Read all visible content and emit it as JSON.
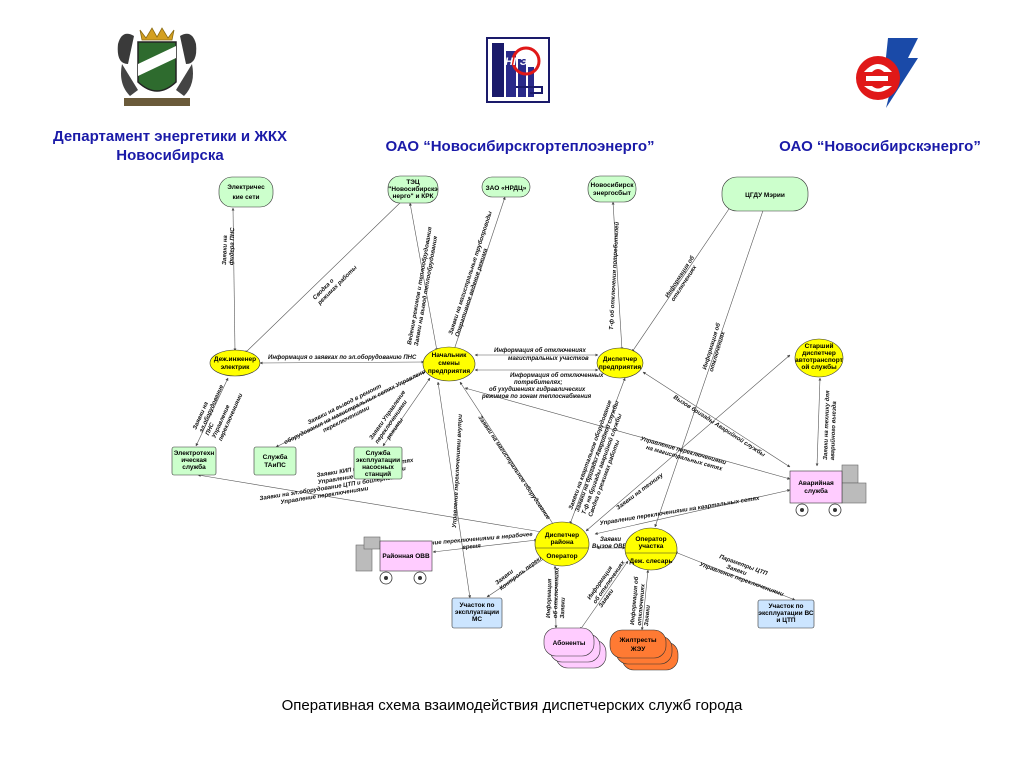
{
  "header": {
    "left_line1": "Департамент энергетики и ЖКХ",
    "left_line2": "Новосибирска",
    "center": "ОАО “Новосибирскгортеплоэнерго”",
    "right": "ОАО “Новосибирскэнерго”"
  },
  "logos": {
    "center_text": "НГЭ"
  },
  "caption": "Оперативная схема взаимодействия диспетчерских служб города",
  "colors": {
    "yellow": "#ffff00",
    "green": "#ccffcc",
    "blue": "#cce5ff",
    "pink": "#ffccff",
    "orange": "#ff7a33",
    "title_blue": "#1a1aa8"
  },
  "nodes": {
    "electric_nets": [
      "Электричес",
      "кие сети"
    ],
    "tec": [
      "ТЭЦ",
      "\"Новосибирскэ",
      "нерго\" и КРК"
    ],
    "nrdc": [
      "ЗАО «НРДЦ»"
    ],
    "energosbyt": [
      "Новосибирск",
      "энергосбыт"
    ],
    "cgdu": [
      "ЦГДУ Мэрии"
    ],
    "duty_engineer": [
      "Деж.инженер",
      "электрик"
    ],
    "shift_chief": [
      "Начальник",
      "смены",
      "предприятия"
    ],
    "enterprise_dispatcher": [
      "Диспетчер",
      "предприятия"
    ],
    "senior_transport": [
      "Старший",
      "диспетчер",
      "автотранспорт",
      "ой службы"
    ],
    "electrotech": [
      "Электротехн",
      "ическая",
      "служба"
    ],
    "taips": [
      "Служба",
      "ТАиПС"
    ],
    "pump_service": [
      "Служба",
      "эксплуатации",
      "насосных",
      "станций"
    ],
    "emergency": [
      "Аварийная",
      "служба"
    ],
    "district_ovv": [
      "Районная ОВВ"
    ],
    "district_dispatcher": [
      "Диспетчер",
      "района"
    ],
    "operator": [
      "Оператор"
    ],
    "site_operator": [
      "Оператор",
      "участка"
    ],
    "duty_fitter": [
      "Деж. слесарь"
    ],
    "ms_site": [
      "Участок по",
      "эксплуатации",
      "МС"
    ],
    "vs_site": [
      "Участок по",
      "эксплуатации ВС",
      "и ЦТП"
    ],
    "subscribers": [
      "Абоненты"
    ],
    "housing": [
      "Жилтресты",
      "ЖЭУ"
    ]
  },
  "edge_labels": {
    "e1": [
      "Заявки на",
      "фидера ПНС"
    ],
    "e2": [
      "Сводка о",
      "режимах работы"
    ],
    "e3": [
      "Ведение режимов и теплообрудования",
      "Заявки на вывод теплообрудования"
    ],
    "e4": [
      "Заявки на магистральные трубопроводы",
      "Оперативное ведение режима"
    ],
    "e5": [
      "Т-ф об отключения потребителей"
    ],
    "e6": [
      "Информация об",
      "отключениях"
    ],
    "e7": [
      "Информация о заявках по эл.оборудованию ПНС"
    ],
    "e8": [
      "Информация об отключениях",
      "магистральных участков"
    ],
    "e9": [
      "Информация об отключенных",
      "потребителях;",
      "об ухудшениях гидравлических",
      "режимов  по зонам теплоснабжения"
    ],
    "e10": [
      "Заявки на",
      "эл.оборудование",
      "ПНС",
      "Управление",
      "переключениями"
    ],
    "e11": [
      "Заявки на вывод в ремонт",
      "оборудования на магистральных сетях Управление",
      "переключениями"
    ],
    "e12": [
      "Заявки Управление",
      "переключениями",
      "режимы"
    ],
    "e13": [
      "Заявки на магистральное оборудование"
    ],
    "e14": [
      "Вызов бригады Аварийной службы"
    ],
    "e15": [
      "Заявки на технику для",
      "аварийного выезда"
    ],
    "e16": [
      "Управление переключениями",
      "на  магистральных  сетях"
    ],
    "e17": [
      "Заявки КИП и А на кварт. сетях",
      "Управление переключениями",
      "Заявки на эл.оборудование ЦТП и бойлерных",
      "Управление переключениями"
    ],
    "e18": [
      "Заявки на квартальное оборудование",
      "Заявки на бригады Аварийной службы",
      "Т-ф на бригады аварийной службы",
      "Сводка о режимах работы"
    ],
    "e19": [
      "Заявки на технику"
    ],
    "e20": [
      "Управление переключениями на квартальных сетях"
    ],
    "e21": [
      "Управление переключениями в нерабочее",
      "время"
    ],
    "e22": [
      "Заявки",
      "Вызов ОВБ"
    ],
    "e23": [
      "Управление переключениями внутри"
    ],
    "e24": [
      "Заявки",
      "Контроль переключений"
    ],
    "e25": [
      "Информация",
      "об отключениях",
      "Заявки"
    ],
    "e26": [
      "Информация",
      "об отключениях",
      "Заявки"
    ],
    "e27": [
      "Информация об",
      "отключениях",
      "Заявки"
    ],
    "e28": [
      "Параметры ЦТП",
      "Заявки",
      "Управление переключениями"
    ],
    "e29": [
      "Информация об",
      "отключениях"
    ]
  }
}
